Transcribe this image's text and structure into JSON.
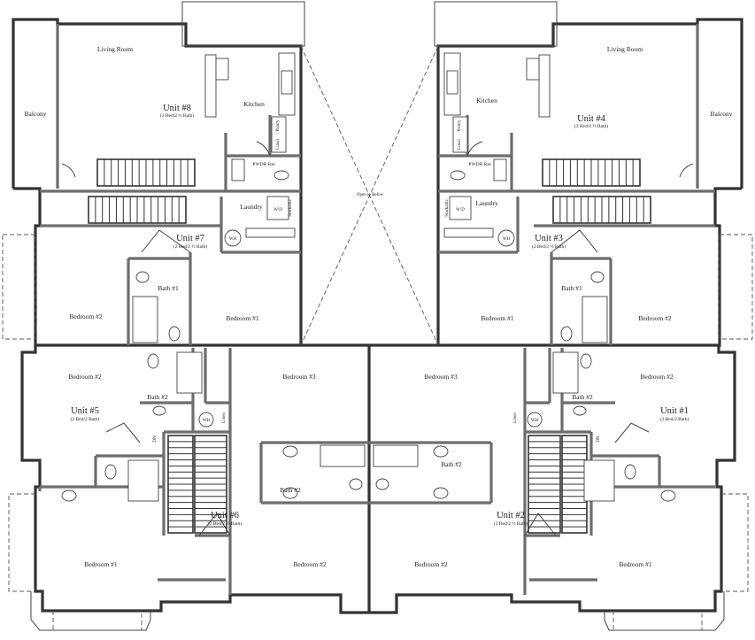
{
  "rooms": {
    "living_left": "Living Room",
    "living_right": "Living Room",
    "kitchen_left": "Kitchen",
    "kitchen_right": "Kitchen",
    "balcony_left": "Balcony",
    "balcony_right": "Balcony",
    "pwdr_left": "PWDR Rm",
    "pwdr_right": "PWDR Rm",
    "laundry_left": "Laundry",
    "laundry_right": "Laundry",
    "open_below": "Open to Below",
    "bath1_u7": "Bath #1",
    "bath1_u3": "Bath #1",
    "bed2_u7": "Bedroom #2",
    "bed1_u7": "Bedroom #1",
    "bed1_u3": "Bedroom #1",
    "bed2_u3": "Bedroom #2",
    "bed2_u5": "Bedroom #2",
    "bed3_u6": "Bedroom #3",
    "bed3_u2": "Bedroom #3",
    "bed2_u1": "Bedroom #2",
    "bath2_u5": "Bath #2",
    "bath2_u1": "Bath #2",
    "bath2_u6": "Bath #2",
    "bath2_u2": "Bath #2",
    "bed1_u5": "Bedroom #1",
    "bed2_u6": "Bedroom #2",
    "bed2_u2": "Bedroom #2",
    "bed1_u1": "Bedroom #1"
  },
  "units": {
    "u8": {
      "name": "Unit #8",
      "desc": "(3 Bed/2 ½ Bath)"
    },
    "u4": {
      "name": "Unit #4",
      "desc": "(3 Bed/2 ½ Bath)"
    },
    "u7": {
      "name": "Unit #7",
      "desc": "(2 Bed/2 ½ Bath)"
    },
    "u3": {
      "name": "Unit #3",
      "desc": "(2 Bed/2 ½ Bath)"
    },
    "u5": {
      "name": "Unit #5",
      "desc": "(2 Bed/2 Bath)"
    },
    "u1": {
      "name": "Unit #1",
      "desc": "(2 Bed/2 Bath)"
    },
    "u6": {
      "name": "Unit #6",
      "desc": "(3 Bed/2 ½ Bath)"
    },
    "u2": {
      "name": "Unit #2",
      "desc": "(3 Bed/2 ½ Bath)"
    }
  },
  "fixtures": {
    "wh": "WH",
    "wd": "W/D",
    "stackable": "Stackable",
    "pantry": "Pantry",
    "linen": "Linen",
    "dn": "DN"
  }
}
